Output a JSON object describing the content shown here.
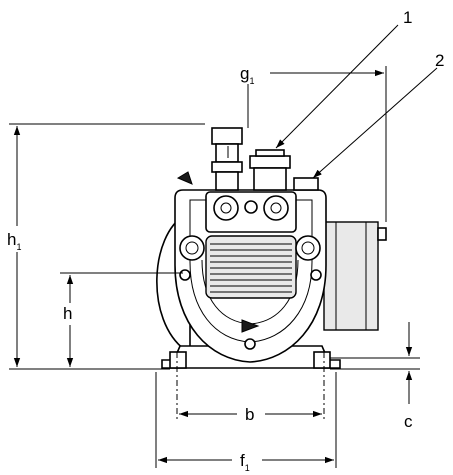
{
  "callouts": [
    {
      "id": "1",
      "label": "1"
    },
    {
      "id": "2",
      "label": "2"
    }
  ],
  "dimensions": {
    "g1": {
      "main": "g",
      "sub": "1"
    },
    "h1": {
      "main": "h",
      "sub": "1"
    },
    "h": {
      "main": "h"
    },
    "b": {
      "main": "b"
    },
    "f1": {
      "main": "f",
      "sub": "1"
    },
    "c": {
      "main": "c"
    }
  }
}
